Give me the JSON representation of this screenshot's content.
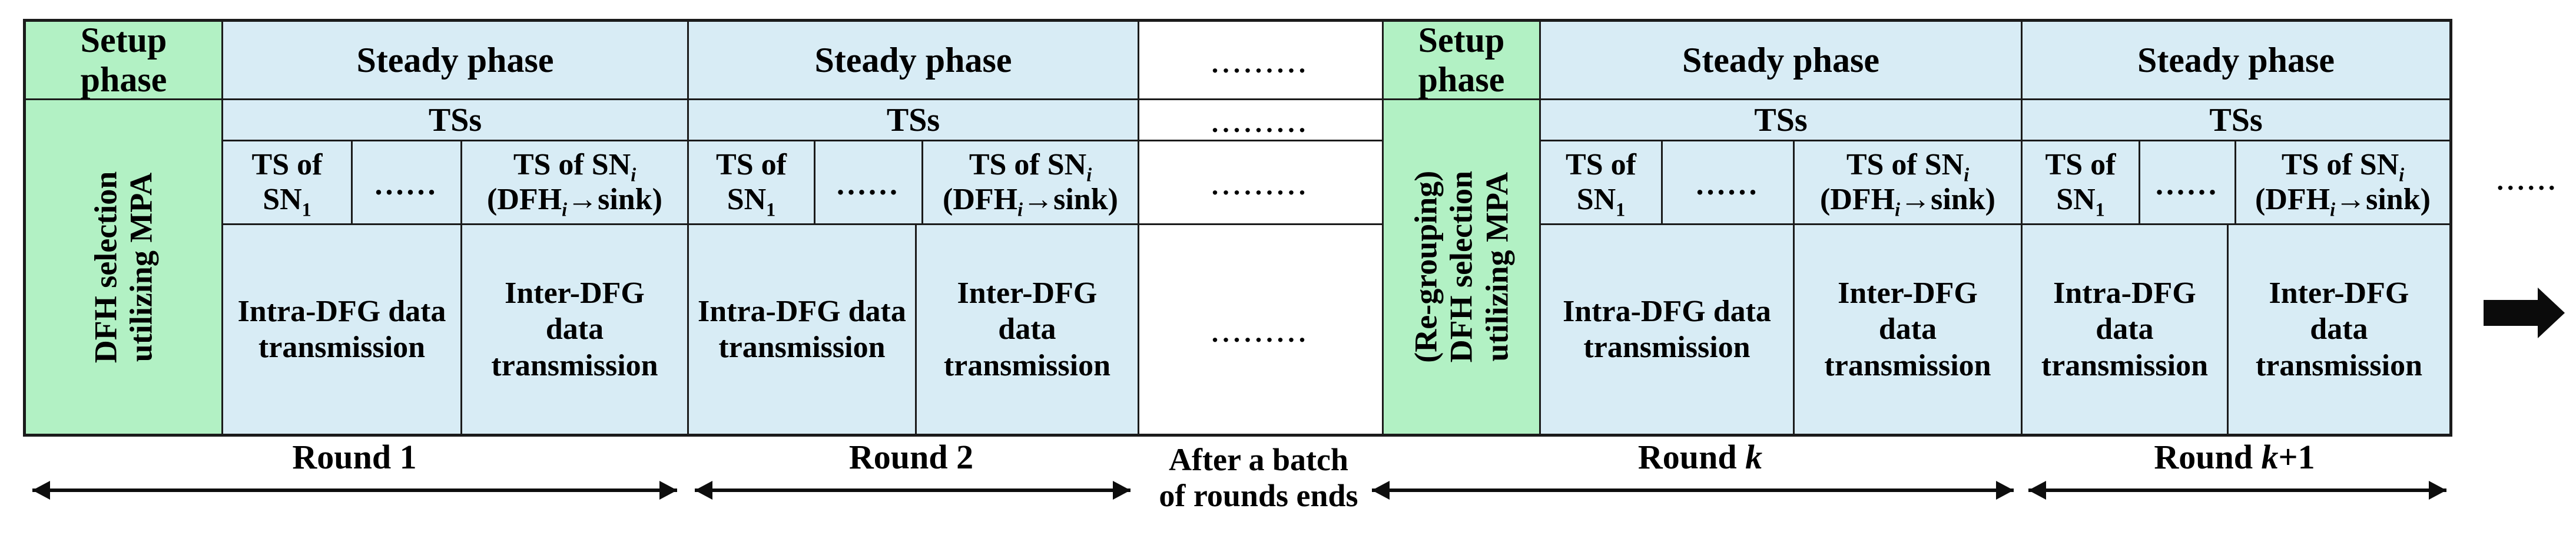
{
  "colors": {
    "setup_green": "#b2f1c4",
    "steady_blue": "#d8ecf5",
    "gap_white": "#ffffff",
    "border": "#1b1b1b",
    "text": "#000000",
    "arrow": "#0d0d0d"
  },
  "setup1": {
    "header_line1": "Setup",
    "header_line2": "phase",
    "body_lines": [
      "DFH selection",
      "utilizing MPA"
    ]
  },
  "setup2": {
    "header_line1": "Setup",
    "header_line2": "phase",
    "body_lines": [
      "(Re-grouping)",
      "DFH selection",
      "utilizing MPA"
    ]
  },
  "steady": {
    "header": "Steady phase",
    "tss": "TSs",
    "ts1_line1": "TS of",
    "ts1_line2_main": "SN",
    "ts1_line2_sub": "1",
    "tsdots": "......",
    "tsi_line1_main": "TS of SN",
    "tsi_line1_sub": "i",
    "tsi_line2_a": "(DFH",
    "tsi_line2_sub": "i",
    "tsi_line2_b": "→sink)",
    "intra": "Intra-DFG data transmission",
    "inter": "Inter-DFG data transmission"
  },
  "gap_column": {
    "dots": [
      ".........",
      ".........",
      ".........",
      "........."
    ]
  },
  "footer": {
    "rounds": [
      {
        "pre": "Round ",
        "num": "1",
        "kvar": "",
        "suf": ""
      },
      {
        "pre": "Round ",
        "num": "2",
        "kvar": "",
        "suf": ""
      },
      {
        "pre": "Round ",
        "num": "",
        "kvar": "k",
        "suf": ""
      },
      {
        "pre": "Round ",
        "num": "",
        "kvar": "k",
        "suf": "+1"
      }
    ],
    "batch_line1": "After a batch",
    "batch_line2": "of rounds ends"
  },
  "right_margin": {
    "dots": "......"
  }
}
